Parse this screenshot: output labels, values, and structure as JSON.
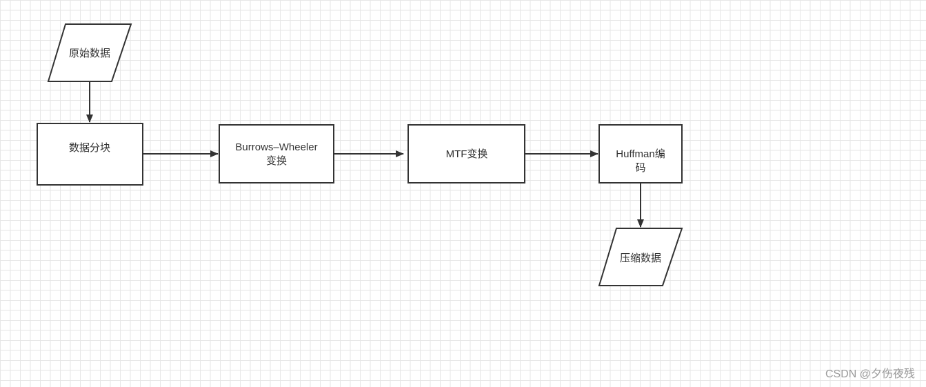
{
  "diagram": {
    "nodes": {
      "raw_data": "原始数据",
      "chunking": "数据分块",
      "bwt_line1": "Burrows–Wheeler",
      "bwt_line2": "变换",
      "mtf": "MTF变换",
      "huffman_line1": "Huffman编",
      "huffman_line2": "码",
      "compressed": "压缩数据"
    },
    "colors": {
      "stroke": "#333333",
      "grid": "#e6e6e6",
      "text": "#333333",
      "watermark": "#9a9a9a"
    }
  },
  "watermark": "CSDN @夕伤夜残"
}
